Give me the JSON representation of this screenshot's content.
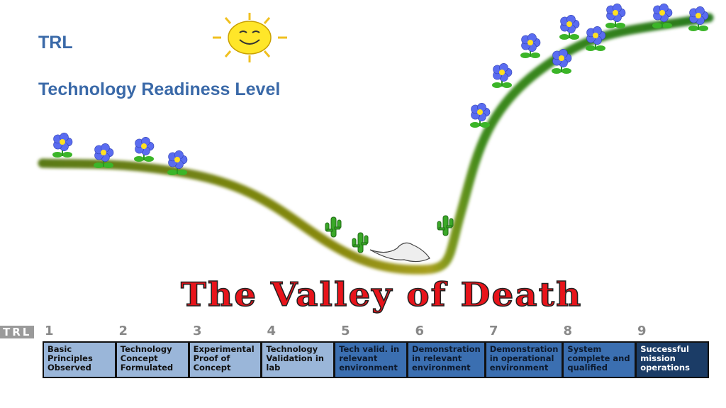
{
  "header": {
    "title": "TRL",
    "subtitle": "Technology Readiness Level"
  },
  "valley_title": "The Valley of Death",
  "scale": {
    "badge": "TRL",
    "levels": [
      {
        "num": "1",
        "label": "Basic Principles Observed",
        "tone": "light"
      },
      {
        "num": "2",
        "label": "Technology Concept Formulated",
        "tone": "light"
      },
      {
        "num": "3",
        "label": "Experimental Proof of Concept",
        "tone": "light"
      },
      {
        "num": "4",
        "label": "Technology Validation in lab",
        "tone": "light"
      },
      {
        "num": "5",
        "label": "Tech valid. in relevant environment",
        "tone": "mid"
      },
      {
        "num": "6",
        "label": "Demonstration in relevant environment",
        "tone": "mid"
      },
      {
        "num": "7",
        "label": "Demonstration in operational environment",
        "tone": "mid"
      },
      {
        "num": "8",
        "label": "System complete and qualified",
        "tone": "mid"
      },
      {
        "num": "9",
        "label": "Successful mission operations",
        "tone": "dark"
      }
    ]
  },
  "colors": {
    "title": "#3a69a8",
    "valley": "#e8141b",
    "light": "#9ab6d9",
    "mid": "#3b6fb1",
    "dark": "#1b3c66"
  }
}
